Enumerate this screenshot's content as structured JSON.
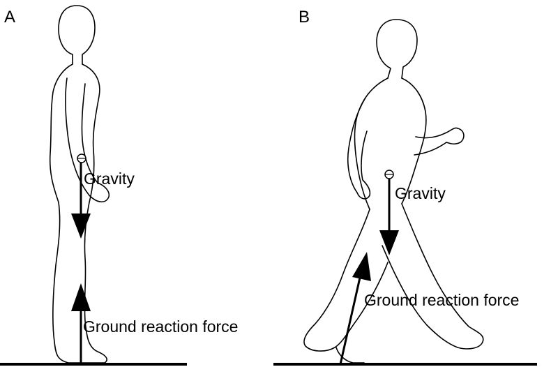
{
  "panels": [
    {
      "letter": "A",
      "gravity_label": "Gravity",
      "grf_label": "Ground reaction force"
    },
    {
      "letter": "B",
      "gravity_label": "Gravity",
      "grf_label": "Ground reaction force"
    }
  ]
}
